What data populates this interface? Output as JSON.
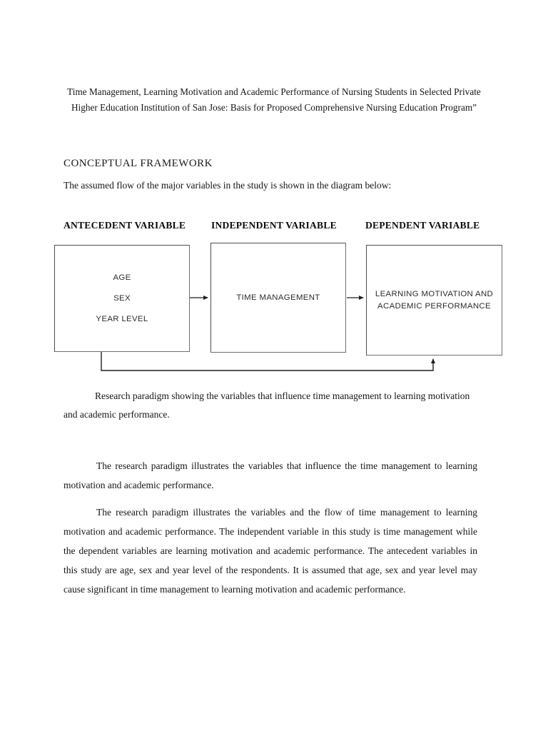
{
  "document": {
    "title": "Time Management, Learning Motivation and Academic Performance of Nursing Students in Selected Private Higher Education Institution of San Jose: Basis for Proposed Comprehensive Nursing Education Program”",
    "section_heading": "CONCEPTUAL FRAMEWORK",
    "intro_line": "The assumed flow of the major variables in the study is shown in the diagram below:"
  },
  "diagram": {
    "headers": [
      {
        "label": "ANTECEDENT VARIABLE"
      },
      {
        "label": "INDEPENDENT VARIABLE"
      },
      {
        "label": "DEPENDENT VARIABLE"
      }
    ],
    "boxes": {
      "antecedent": {
        "lines": [
          "AGE",
          "SEX",
          "YEAR LEVEL"
        ],
        "text": "AGE\nSEX\nYEAR LEVEL"
      },
      "independent": {
        "text": "TIME MANAGEMENT"
      },
      "dependent": {
        "lines": [
          "LEARNING MOTIVATION AND",
          "ACADEMIC PERFORMANCE"
        ],
        "text": "LEARNING MOTIVATION AND ACADEMIC PERFORMANCE"
      }
    },
    "connectors": [
      {
        "name": "antecedent-to-independent",
        "type": "arrow-right"
      },
      {
        "name": "independent-to-dependent",
        "type": "arrow-right"
      },
      {
        "name": "antecedent-to-dependent-feedback",
        "type": "elbow-arrow-up"
      }
    ],
    "colors": {
      "box_border": "#6b6f73",
      "connector": "#1f1f1f",
      "page_background": "#ffffff",
      "text": "#151515"
    }
  },
  "caption": "Research paradigm showing the variables that influence time management to learning motivation and academic performance.",
  "body": {
    "paragraph_1": "The research paradigm illustrates the variables that influence the time management to learning motivation and academic performance.",
    "paragraph_2": "The research paradigm illustrates the variables and the flow of time management to learning motivation and academic performance. The independent variable in this study is time management while the dependent variables are learning motivation and academic performance. The antecedent variables in this study are age, sex and year level of the respondents. It is assumed that age, sex and year level may cause significant in time management to learning motivation and academic performance."
  }
}
